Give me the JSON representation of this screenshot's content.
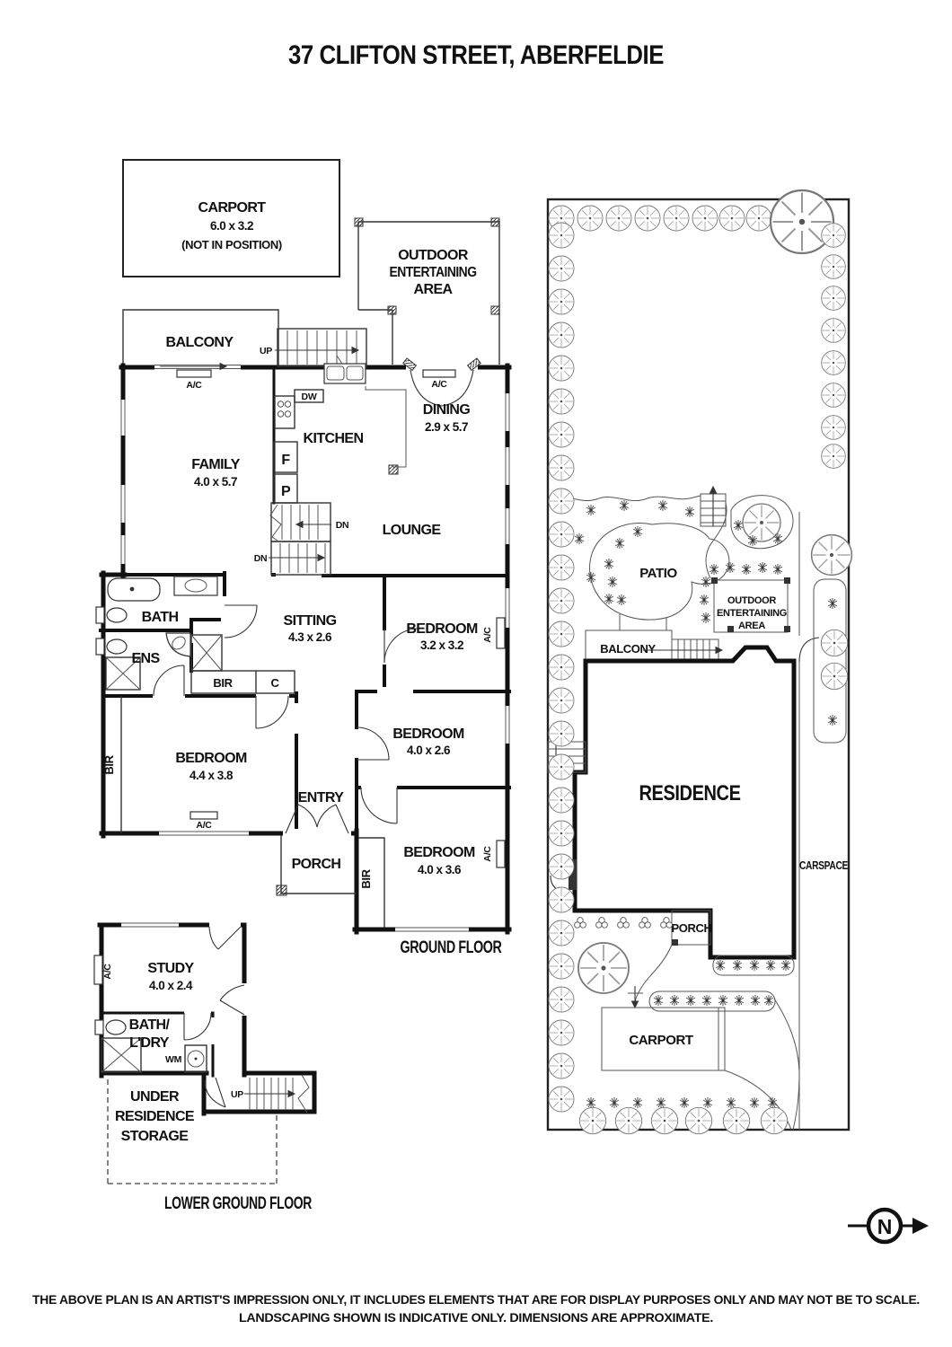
{
  "title": "37 CLIFTON STREET, ABERFELDIE",
  "ground_floor": {
    "floor_label": "GROUND FLOOR",
    "carport": {
      "name": "CARPORT",
      "dims": "6.0 x 3.2",
      "note": "(NOT IN POSITION)"
    },
    "outdoor_entertaining": {
      "line1": "OUTDOOR",
      "line2": "ENTERTAINING",
      "line3": "AREA"
    },
    "balcony": "BALCONY",
    "family": {
      "name": "FAMILY",
      "dims": "4.0 x 5.7"
    },
    "kitchen": "KITCHEN",
    "dining": {
      "name": "DINING",
      "dims": "2.9 x 5.7"
    },
    "lounge": "LOUNGE",
    "sitting": {
      "name": "SITTING",
      "dims": "4.3 x 2.6"
    },
    "bath": "BATH",
    "ens": "ENS",
    "bir": "BIR",
    "closet": "C",
    "bedroom1": {
      "name": "BEDROOM",
      "dims": "3.2 x 3.2"
    },
    "bedroom2": {
      "name": "BEDROOM",
      "dims": "4.0 x 2.6"
    },
    "bedroom3": {
      "name": "BEDROOM",
      "dims": "4.4 x 3.8"
    },
    "bedroom4": {
      "name": "BEDROOM",
      "dims": "4.0 x 3.6"
    },
    "entry": "ENTRY",
    "porch": "PORCH",
    "annotations": {
      "up": "UP",
      "dn": "DN",
      "ac": "A/C",
      "dw": "DW",
      "fridge": "F",
      "pantry": "P"
    }
  },
  "lower_ground_floor": {
    "floor_label": "LOWER GROUND FLOOR",
    "study": {
      "name": "STUDY",
      "dims": "4.0 x 2.4"
    },
    "bath_laundry": {
      "line1": "BATH/",
      "line2": "L'DRY"
    },
    "storage": {
      "line1": "UNDER",
      "line2": "RESIDENCE",
      "line3": "STORAGE"
    },
    "annotations": {
      "wm": "WM",
      "up": "UP",
      "ac": "A/C"
    }
  },
  "site_plan": {
    "patio": "PATIO",
    "outdoor_entertaining": {
      "line1": "OUTDOOR",
      "line2": "ENTERTAINING",
      "line3": "AREA"
    },
    "balcony": "BALCONY",
    "residence": "RESIDENCE",
    "carspace": "CARSPACE",
    "porch": "PORCH",
    "carport": "CARPORT"
  },
  "compass": {
    "north": "N"
  },
  "disclaimer": {
    "line1": "THE ABOVE PLAN IS AN ARTIST'S IMPRESSION ONLY, IT INCLUDES ELEMENTS THAT ARE FOR DISPLAY PURPOSES ONLY AND MAY NOT BE TO SCALE.",
    "line2": "LANDSCAPING SHOWN IS INDICATIVE ONLY. DIMENSIONS ARE APPROXIMATE."
  },
  "colors": {
    "wall": "#111111",
    "line": "#333333",
    "background": "#ffffff"
  }
}
